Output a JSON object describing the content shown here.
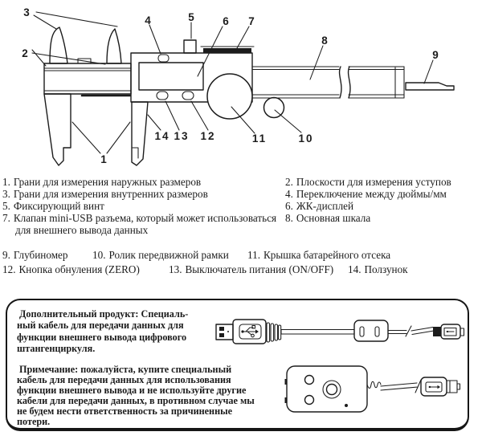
{
  "diagram": {
    "callouts": {
      "c1": "1",
      "c2": "2",
      "c3": "3",
      "c4": "4",
      "c5": "5",
      "c6": "6",
      "c7": "7",
      "c8": "8",
      "c9": "9",
      "c10": "10",
      "c11": "11",
      "c12": "12",
      "c13": "13",
      "c14": "14"
    }
  },
  "parts_list": {
    "left": [
      {
        "num": "1.",
        "text": "Грани для измерения наружных размеров"
      },
      {
        "num": "3.",
        "text": "Грани для измерения внутренних размеров"
      },
      {
        "num": "5.",
        "text": "Фиксирующий винт"
      },
      {
        "num": "7.",
        "text": "Клапан mini-USB разъема, который может использоваться для внешнего вывода данных"
      }
    ],
    "right": [
      {
        "num": "2.",
        "text": "Плоскости для измерения уступов"
      },
      {
        "num": "4.",
        "text": "Переключение между дюймы/мм"
      },
      {
        "num": "6.",
        "text": "ЖК-дисплей"
      },
      {
        "num": "8.",
        "text": "Основная шкала"
      }
    ],
    "row1": [
      {
        "num": "9.",
        "text": "Глубиномер"
      },
      {
        "num": "10.",
        "text": "Ролик передвижной рамки"
      },
      {
        "num": "11.",
        "text": "Крышка батарейного отсека"
      }
    ],
    "row2": [
      {
        "num": "12.",
        "text": "Кнопка обнуления (ZERO)"
      },
      {
        "num": "13.",
        "text": "Выключатель питания (ON/OFF)"
      },
      {
        "num": "14.",
        "text": "Ползунок"
      }
    ]
  },
  "info_box": {
    "product_lines": [
      "Дополнительный продукт: Специаль-",
      "ный кабель для передачи данных для",
      "функции внешнего вывода цифрового",
      "штангенциркуля."
    ],
    "note_lines": [
      "Примечание: пожалуйста, купите специальный",
      "кабель для передачи данных для использования",
      "функции внешнего вывода и не используйте другие",
      "кабели для передачи данных, в противном случае мы",
      "не будем нести ответственность за причиненные",
      "потери."
    ]
  },
  "colors": {
    "ink": "#1c1c1c",
    "paper": "#ffffff"
  }
}
